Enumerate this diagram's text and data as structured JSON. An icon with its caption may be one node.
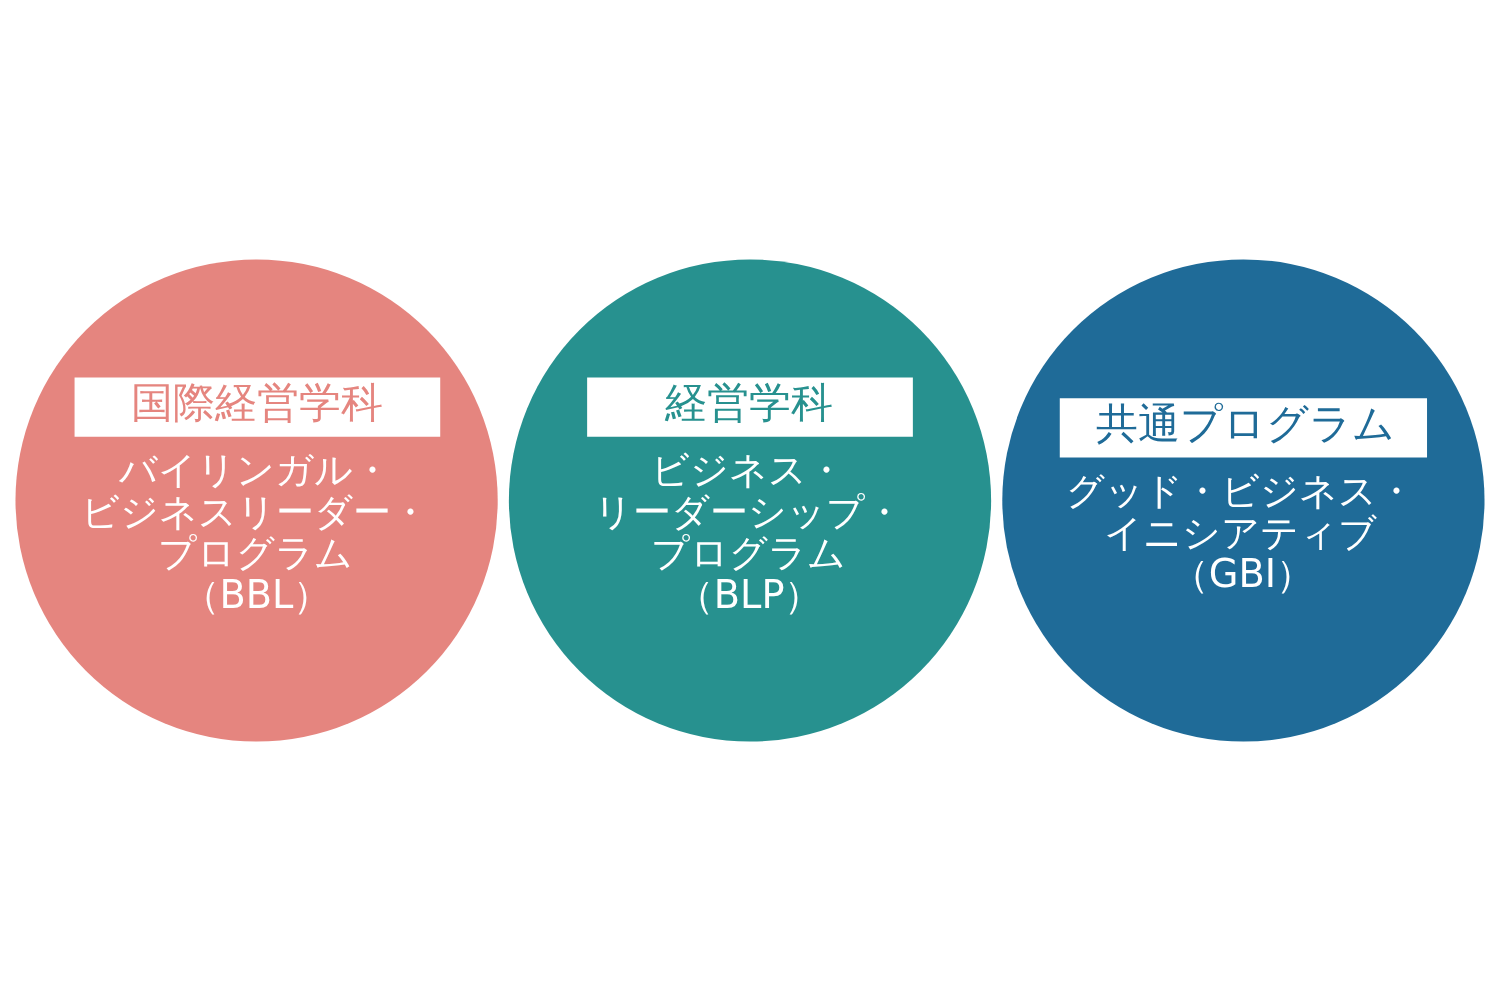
{
  "diagram": {
    "nodes": [
      {
        "text": [
          "国際経営学科",
          "バイリンガル・ビジネスリーダー・プログラム（BBL）"
        ]
      },
      {
        "text": [
          "経営学科",
          "ビジネス・リーダーシップ・プログラム（BLP）"
        ]
      },
      {
        "text": [
          "共通プログラム",
          "グッド・ビジネス・イニシアティブ（GBI）"
        ]
      }
    ]
  }
}
